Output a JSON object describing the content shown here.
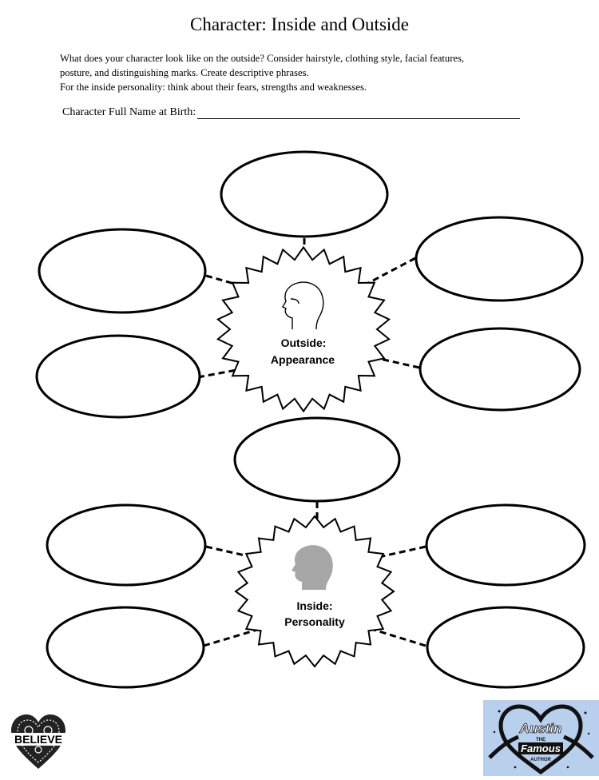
{
  "title": "Character: Inside and Outside",
  "instructions": {
    "line1": "What does your character look like on the outside? Consider hairstyle, clothing style, facial features,",
    "line2": "posture, and distinguishing marks. Create descriptive phrases.",
    "line3": "For the inside personality: think about their fears, strengths and weaknesses."
  },
  "name_field": {
    "label": "Character Full Name at Birth:"
  },
  "outside_web": {
    "center_label_line1": "Outside:",
    "center_label_line2": "Appearance",
    "head_icon": "head-outline-icon",
    "bubble_count": 5
  },
  "inside_web": {
    "center_label_line1": "Inside:",
    "center_label_line2": "Personality",
    "head_icon": "head-silhouette-icon",
    "bubble_count": 5
  },
  "logos": {
    "left": {
      "text": "BELIEVE",
      "icon": "heart-mandala-icon"
    },
    "right": {
      "line1": "Austin",
      "line2": "THE",
      "line3": "Famous",
      "line4": "AUTHOR",
      "icon": "heart-quill-icon",
      "background": "#b8cfee"
    }
  },
  "colors": {
    "ink": "#000000",
    "head_fill": "#a6a6a6"
  }
}
